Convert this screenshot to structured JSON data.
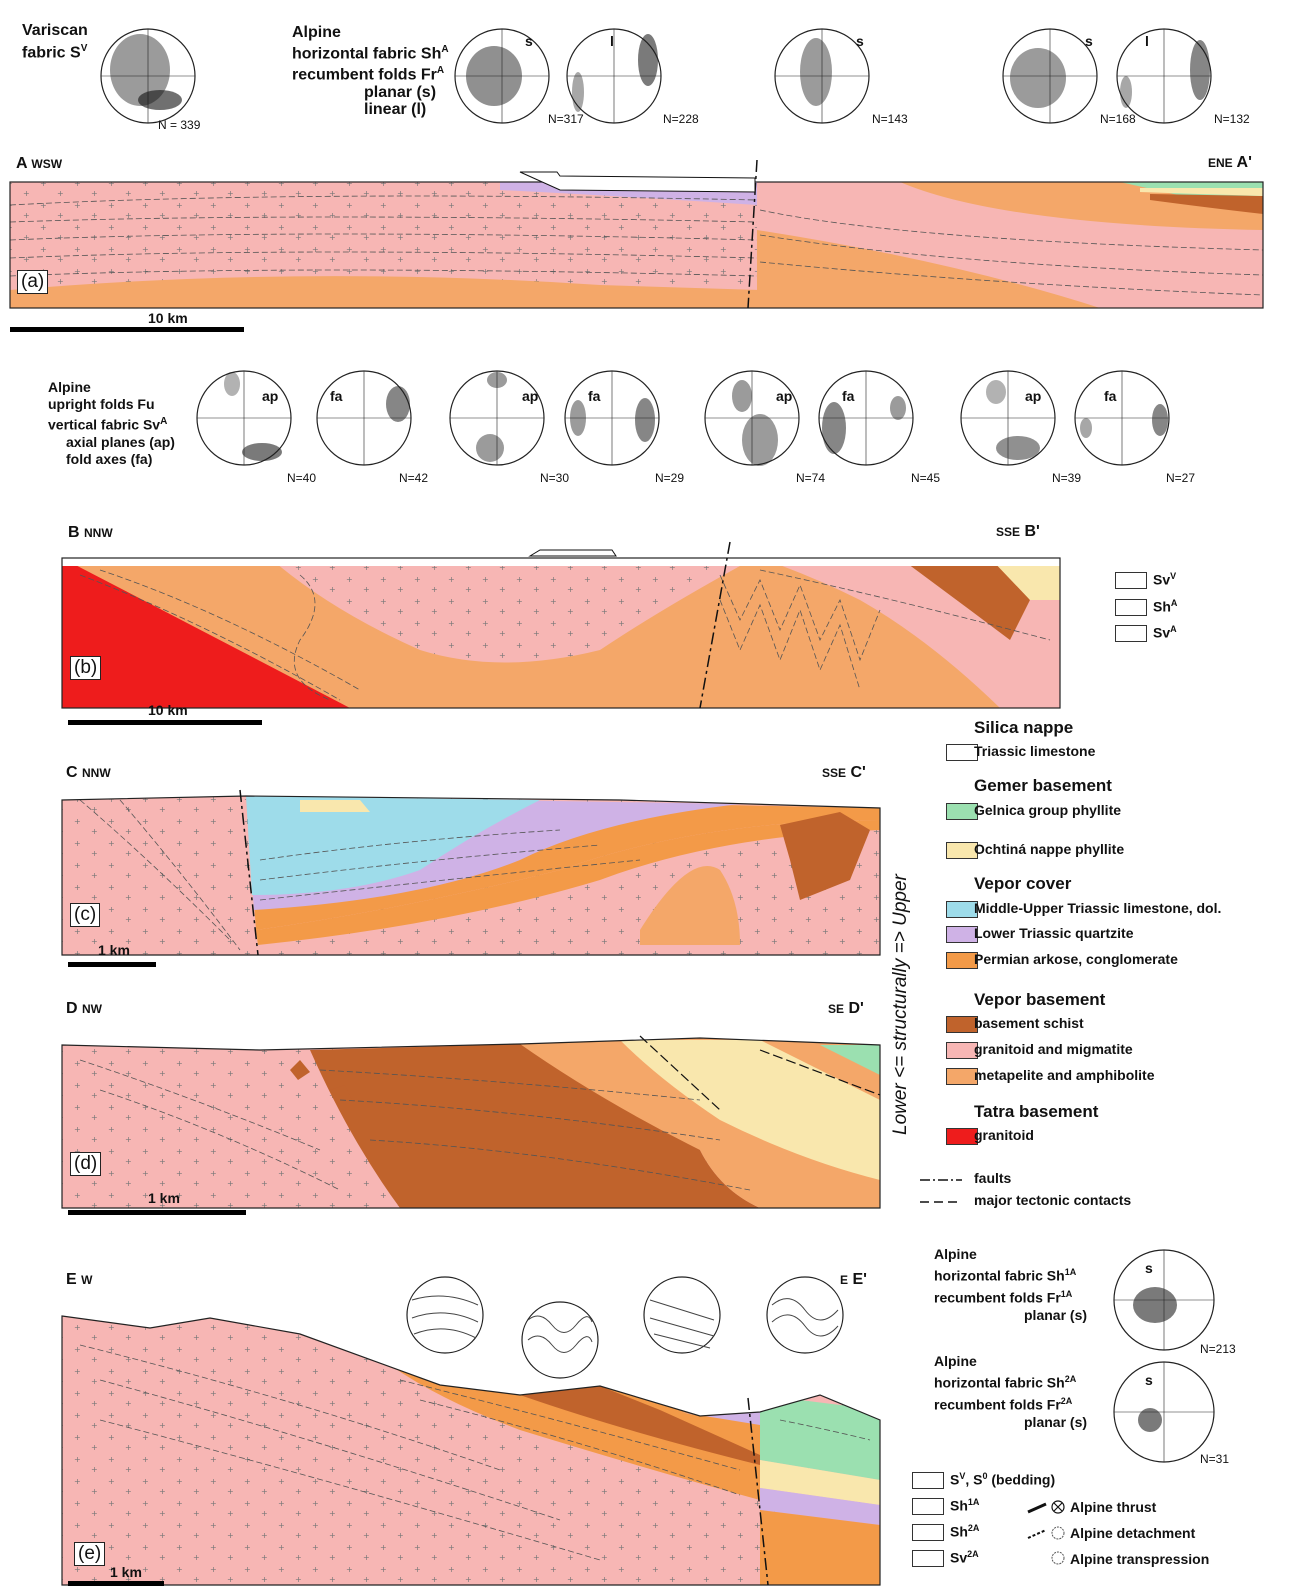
{
  "colors": {
    "granitoid_migmatite": "#f7b6b4",
    "metapelite_amphibolite": "#f4a769",
    "basement_schist": "#c0632c",
    "permian_arkose": "#f39a48",
    "lower_triassic_quartzite": "#cfb2e6",
    "middle_upper_triassic": "#9edcea",
    "ochtina_phyllite": "#f9e7ad",
    "gelnica_phyllite": "#9be0b0",
    "tatra_granitoid": "#ee1c1c",
    "triassic_limestone": "#ffffff"
  },
  "panel_a": {
    "fabric_title": [
      "Variscan",
      "fabric S"
    ],
    "fabric_sup": "V",
    "alpine_title": [
      "Alpine",
      "horizontal fabric Sh",
      "recumbent folds Fr",
      "planar (s)",
      "linear (l)"
    ],
    "alpine_sup": "A",
    "stereos": [
      {
        "n": "N = 339",
        "tag": ""
      },
      {
        "n": "N=317",
        "tag": "s"
      },
      {
        "n": "N=228",
        "tag": "l"
      },
      {
        "n": "N=143",
        "tag": "s"
      },
      {
        "n": "N=168",
        "tag": "s"
      },
      {
        "n": "N=132",
        "tag": "l"
      }
    ],
    "left_end": "A",
    "left_dir": "WSW",
    "right_dir": "ENE",
    "right_end": "A'",
    "letter": "(a)",
    "scale": "10 km"
  },
  "panel_b": {
    "title": [
      "Alpine",
      "upright folds Fu",
      "vertical fabric Sv",
      "axial planes (ap)",
      "fold axes (fa)"
    ],
    "title_sup": "A",
    "stereos": [
      {
        "n": "N=40",
        "tag": "ap"
      },
      {
        "n": "N=42",
        "tag": "fa"
      },
      {
        "n": "N=30",
        "tag": "ap"
      },
      {
        "n": "N=29",
        "tag": "fa"
      },
      {
        "n": "N=74",
        "tag": "ap"
      },
      {
        "n": "N=45",
        "tag": "fa"
      },
      {
        "n": "N=39",
        "tag": "ap"
      },
      {
        "n": "N=27",
        "tag": "fa"
      }
    ],
    "left_end": "B",
    "left_dir": "NNW",
    "right_dir": "SSE",
    "right_end": "B'",
    "letter": "(b)",
    "scale": "10 km",
    "fabric_legend": [
      {
        "label": "Sv",
        "sup": "V"
      },
      {
        "label": "Sh",
        "sup": "A"
      },
      {
        "label": "Sv",
        "sup": "A"
      }
    ]
  },
  "panel_c": {
    "left_end": "C",
    "left_dir": "NNW",
    "right_dir": "SSE",
    "right_end": "C'",
    "letter": "(c)",
    "scale": "1 km"
  },
  "panel_d": {
    "left_end": "D",
    "left_dir": "NW",
    "right_dir": "SE",
    "right_end": "D'",
    "letter": "(d)",
    "scale": "1 km"
  },
  "panel_e": {
    "left_end": "E",
    "left_dir": "W",
    "right_dir": "E",
    "right_end": "E'",
    "letter": "(e)",
    "scale": "1 km",
    "title1": [
      "Alpine",
      "horizontal fabric Sh",
      "recumbent folds Fr",
      "planar (s)"
    ],
    "sup1": "1A",
    "n1": "N=213",
    "title2": [
      "Alpine",
      "horizontal fabric Sh",
      "recumbent folds Fr",
      "planar (s)"
    ],
    "sup2": "2A",
    "n2": "N=31",
    "stereo_tag": "s",
    "fabric_legend": [
      {
        "label": "S",
        "sup": "V",
        "tail": ", S",
        "sup2": "0",
        "tail2": " (bedding)"
      },
      {
        "label": "Sh",
        "sup": "1A"
      },
      {
        "label": "Sh",
        "sup": "2A"
      },
      {
        "label": "Sv",
        "sup": "2A"
      }
    ],
    "motion_legend": [
      "Alpine thrust",
      "Alpine detachment",
      "Alpine transpression"
    ]
  },
  "legend": {
    "vertical_text": "Lower   <=   structurally   =>   Upper",
    "groups": [
      {
        "title": "Silica nappe",
        "items": [
          {
            "label": "Triassic limestone",
            "color": "#ffffff"
          }
        ]
      },
      {
        "title": "Gemer basement",
        "items": [
          {
            "label": "Gelnica group phyllite",
            "color": "#9be0b0"
          }
        ]
      },
      {
        "title": "",
        "items": [
          {
            "label": "Ochtiná nappe phyllite",
            "color": "#f9e7ad"
          }
        ]
      },
      {
        "title": "Vepor cover",
        "items": [
          {
            "label": "Middle-Upper Triassic limestone, dol.",
            "color": "#9edcea"
          },
          {
            "label": "Lower Triassic quartzite",
            "color": "#cfb2e6"
          },
          {
            "label": "Permian arkose, conglomerate",
            "color": "#f39a48"
          }
        ]
      },
      {
        "title": "Vepor basement",
        "items": [
          {
            "label": "basement schist",
            "color": "#c0632c"
          },
          {
            "label": "granitoid and migmatite",
            "color": "#f7b6b4"
          },
          {
            "label": "metapelite and amphibolite",
            "color": "#f4a769"
          }
        ]
      },
      {
        "title": "Tatra basement",
        "items": [
          {
            "label": "granitoid",
            "color": "#ee1c1c"
          }
        ]
      }
    ],
    "faults": "faults",
    "major_contacts": "major tectonic contacts"
  }
}
